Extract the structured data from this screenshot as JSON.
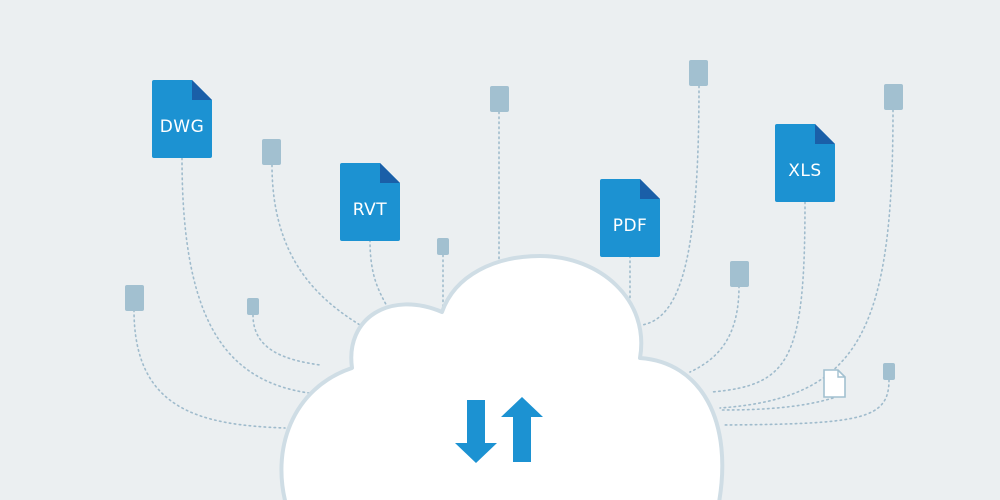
{
  "colors": {
    "background": "#ebeff1",
    "file_blue": "#1c92d2",
    "file_fold": "#1a5fa8",
    "small_doc": "#a2c0d0",
    "connector": "#9fbbcc",
    "cloud_fill": "#ffffff",
    "cloud_stroke": "#cfdde5",
    "arrow": "#1c92d2"
  },
  "files": [
    {
      "label": "DWG",
      "icon": "document-icon"
    },
    {
      "label": "RVT",
      "icon": "document-icon"
    },
    {
      "label": "PDF",
      "icon": "document-icon"
    },
    {
      "label": "XLS",
      "icon": "document-icon"
    }
  ],
  "cloud": {
    "icon": "cloud-icon",
    "sync_icon": "upload-download-arrows-icon"
  }
}
